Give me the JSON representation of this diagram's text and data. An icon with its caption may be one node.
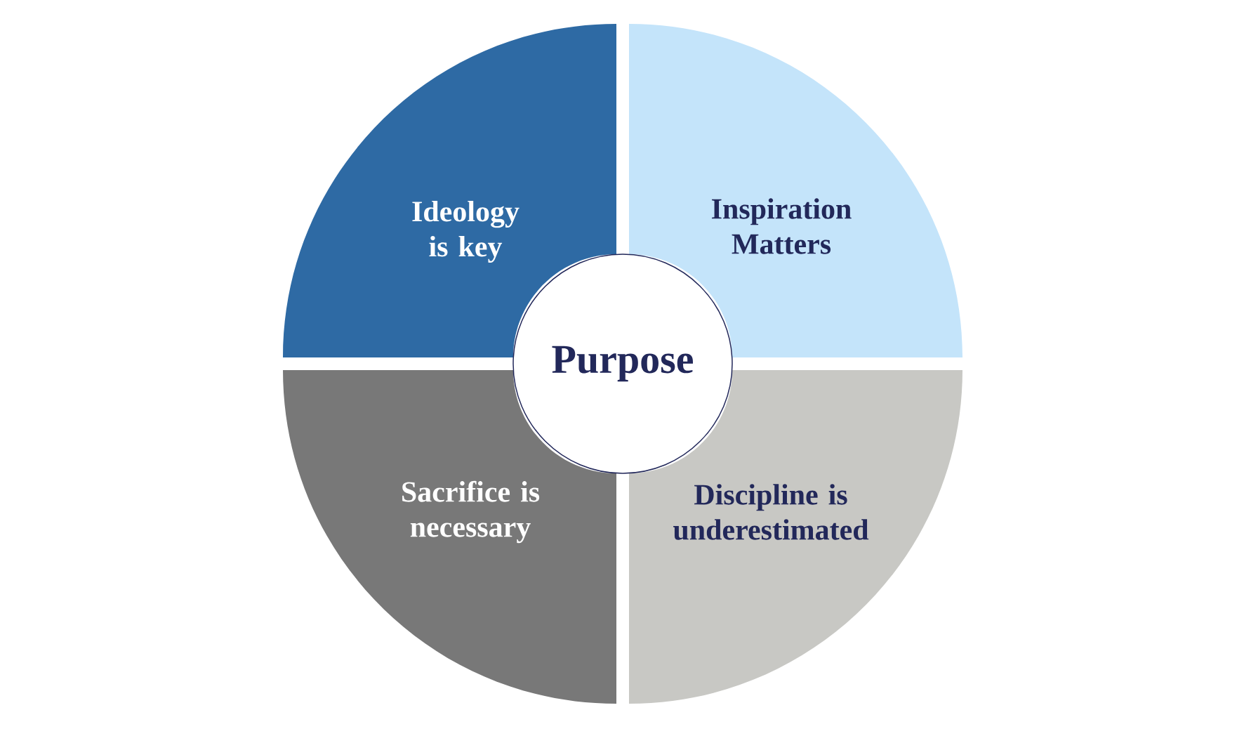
{
  "diagram": {
    "nodes": [
      {
        "text": [
          "Ideology is key"
        ]
      },
      {
        "text": [
          "Inspiration Matters"
        ]
      },
      {
        "text": [
          "Purpose"
        ]
      },
      {
        "text": [
          "Sacrifice is necessary"
        ]
      },
      {
        "text": [
          "Discipline is underestimated"
        ]
      }
    ]
  }
}
